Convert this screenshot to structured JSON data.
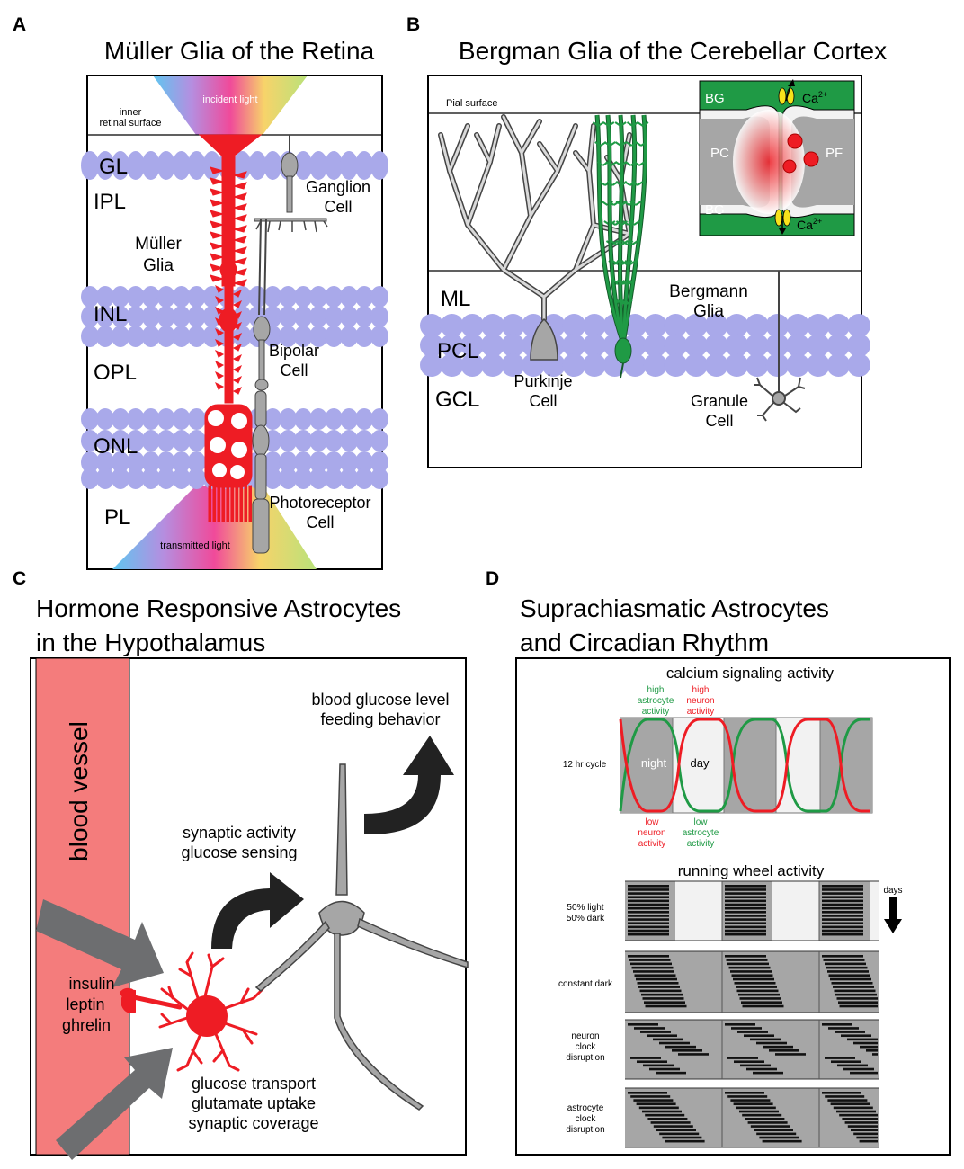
{
  "colors": {
    "glia_red": "#ee1c24",
    "bergmann_green": "#1f9a45",
    "nucleus_blue": "#a9a9ea",
    "neuron_gray": "#a6a6a6",
    "vessel_pink": "#f47c7c",
    "inset_green": "#1f9a45",
    "dark_gray": "#999999"
  },
  "panelA": {
    "letter": "A",
    "title": "Müller Glia of the Retina",
    "inner_surface": [
      "inner",
      "retinal  surface"
    ],
    "incident_light": "incident light",
    "transmitted_light": "transmitted light",
    "layers": {
      "gl": "GL",
      "ipl": "IPL",
      "inl": "INL",
      "opl": "OPL",
      "onl": "ONL",
      "pl": "PL"
    },
    "muller": [
      "Müller",
      "Glia"
    ],
    "ganglion": [
      "Ganglion",
      "Cell"
    ],
    "bipolar": [
      "Bipolar",
      "Cell"
    ],
    "photoreceptor": [
      "Photoreceptor",
      "Cell"
    ]
  },
  "panelB": {
    "letter": "B",
    "title": "Bergman Glia of the Cerebellar Cortex",
    "pial": "Pial surface",
    "layers": {
      "ml": "ML",
      "pcl": "PCL",
      "gcl": "GCL"
    },
    "bergmann": [
      "Bergmann",
      "Glia"
    ],
    "purkinje": [
      "Purkinje",
      "Cell"
    ],
    "granule": [
      "Granule",
      "Cell"
    ],
    "inset": {
      "bg_top": "BG",
      "bg_bottom": "BG",
      "pc": "PC",
      "pf": "PF",
      "ca": "Ca",
      "ca_sup": "2+"
    }
  },
  "panelC": {
    "letter": "C",
    "title": [
      "Hormone Responsive Astrocytes",
      "in the Hypothalamus"
    ],
    "vessel": "blood vessel",
    "hormones": [
      "insulin",
      "leptin",
      "ghrelin"
    ],
    "synaptic": [
      "synaptic activity",
      "glucose sensing"
    ],
    "blood_glucose": [
      "blood glucose level",
      "feeding behavior"
    ],
    "astro_functions": [
      "glucose transport",
      "glutamate uptake",
      "synaptic coverage"
    ]
  },
  "panelD": {
    "letter": "D",
    "title": [
      "Suprachiasmatic Astrocytes",
      "and Circadian Rhythm"
    ],
    "calcium_title": "calcium signaling activity",
    "high_astro": [
      "high",
      "astrocyte",
      "activity"
    ],
    "high_neuron": [
      "high",
      "neuron",
      "activity"
    ],
    "low_neuron": [
      "low",
      "neuron",
      "activity"
    ],
    "low_astro": [
      "low",
      "astrocyte",
      "activity"
    ],
    "cycle": "12 hr cycle",
    "night": "night",
    "day": "day",
    "running_title": "running wheel activity",
    "days": "days",
    "rows": [
      {
        "label": [
          "50% light",
          "50% dark"
        ]
      },
      {
        "label": [
          "constant dark"
        ]
      },
      {
        "label": [
          "neuron",
          "clock",
          "disruption"
        ]
      },
      {
        "label": [
          "astrocyte",
          "clock",
          "disruption"
        ]
      }
    ]
  }
}
